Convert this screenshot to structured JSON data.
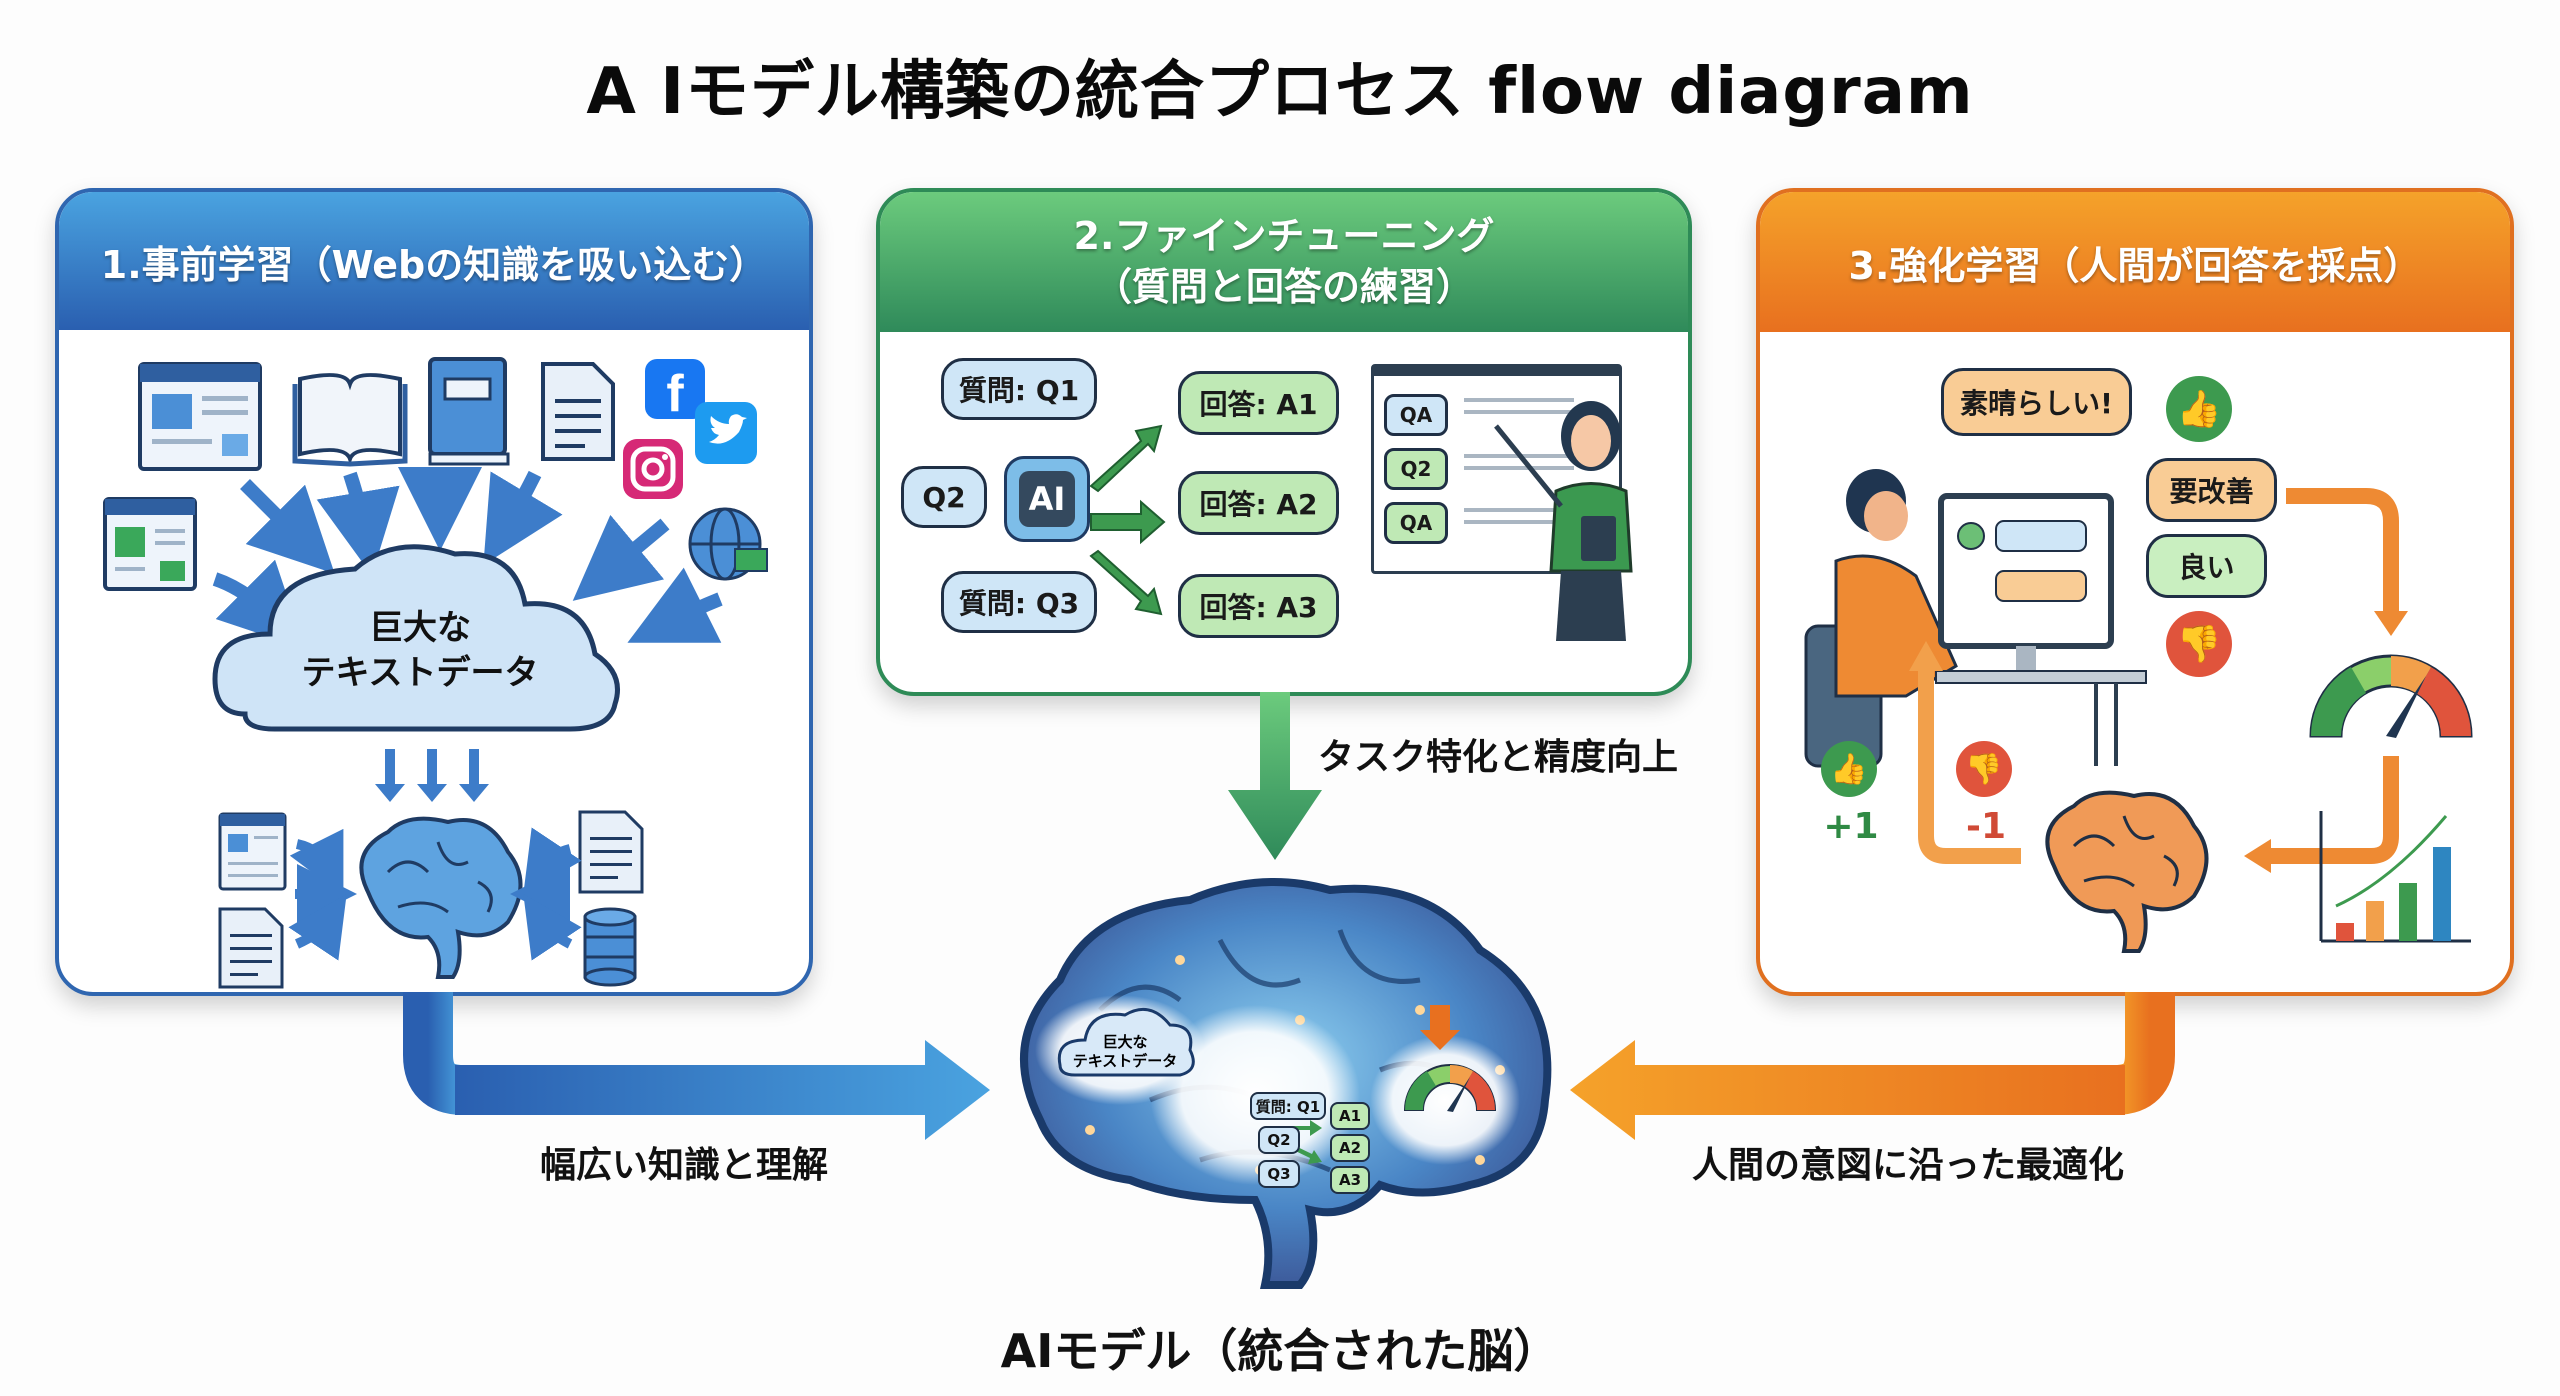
{
  "title": "A Iモデル構築の統合プロセス flow diagram",
  "colors": {
    "blue": "#2f66b0",
    "green": "#2e8b57",
    "orange": "#e8701f"
  },
  "stage1": {
    "header": "1.事前学習（Webの知識を吸い込む）",
    "cloud_line1": "巨大な",
    "cloud_line2": "テキストデータ",
    "sources": [
      "web-page-icon",
      "open-book-icon",
      "book-icon",
      "document-icon",
      "facebook-icon",
      "twitter-icon",
      "instagram-icon",
      "globe-icon",
      "web-page-icon"
    ],
    "inputs": [
      "web-page-icon",
      "document-icon",
      "document-icon",
      "database-icon"
    ]
  },
  "stage2": {
    "header_line1": "2.ファインチューニング",
    "header_line2": "（質問と回答の練習）",
    "questions": [
      "質問: Q1",
      "Q2",
      "質問: Q3"
    ],
    "ai_chip": "AI",
    "answers": [
      "回答: A1",
      "回答: A2",
      "回答: A3"
    ],
    "board_items": [
      "QA",
      "Q2",
      "QA"
    ]
  },
  "stage3": {
    "header": "3.強化学習（人間が回答を採点）",
    "feedback": [
      "素晴らしい!",
      "要改善",
      "良い"
    ],
    "reward_plus": "+1",
    "reward_minus": "-1"
  },
  "flows": {
    "from_stage1": "幅広い知識と理解",
    "from_stage2": "タスク特化と精度向上",
    "from_stage3": "人間の意図に沿った最適化"
  },
  "center_brain": {
    "cloud_line1": "巨大な",
    "cloud_line2": "テキストデータ",
    "qa_questions": [
      "質問: Q1",
      "Q2",
      "Q3"
    ],
    "qa_answers": [
      "A1",
      "A2",
      "A3"
    ],
    "caption": "AIモデル（統合された脳）"
  }
}
